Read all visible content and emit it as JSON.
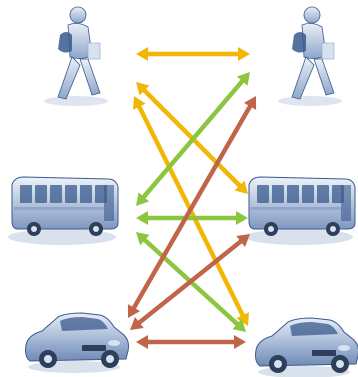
{
  "diagram": {
    "nodes": [
      {
        "id": "pedestrian-left",
        "kind": "pedestrian",
        "side": "left",
        "row": 1
      },
      {
        "id": "pedestrian-right",
        "kind": "pedestrian",
        "side": "right",
        "row": 1
      },
      {
        "id": "bus-left",
        "kind": "bus",
        "side": "left",
        "row": 2
      },
      {
        "id": "bus-right",
        "kind": "bus",
        "side": "right",
        "row": 2
      },
      {
        "id": "car-left",
        "kind": "car",
        "side": "left",
        "row": 3
      },
      {
        "id": "car-right",
        "kind": "car",
        "side": "right",
        "row": 3
      }
    ],
    "connections": [
      {
        "from": "pedestrian-left",
        "to": "pedestrian-right",
        "color": "#f2b705"
      },
      {
        "from": "pedestrian-left",
        "to": "bus-right",
        "color": "#f2b705"
      },
      {
        "from": "pedestrian-left",
        "to": "car-right",
        "color": "#f2b705"
      },
      {
        "from": "bus-left",
        "to": "pedestrian-right",
        "color": "#8cc63f"
      },
      {
        "from": "bus-left",
        "to": "bus-right",
        "color": "#8cc63f"
      },
      {
        "from": "bus-left",
        "to": "car-right",
        "color": "#8cc63f"
      },
      {
        "from": "car-left",
        "to": "pedestrian-right",
        "color": "#c0654a"
      },
      {
        "from": "car-left",
        "to": "bus-right",
        "color": "#c0654a"
      },
      {
        "from": "car-left",
        "to": "car-right",
        "color": "#c0654a"
      }
    ],
    "colors": {
      "icon_fill": "#8fa6c9",
      "icon_dark": "#3a5a8c",
      "icon_light": "#d7e2f1",
      "shadow": "#c9d4e6"
    }
  }
}
